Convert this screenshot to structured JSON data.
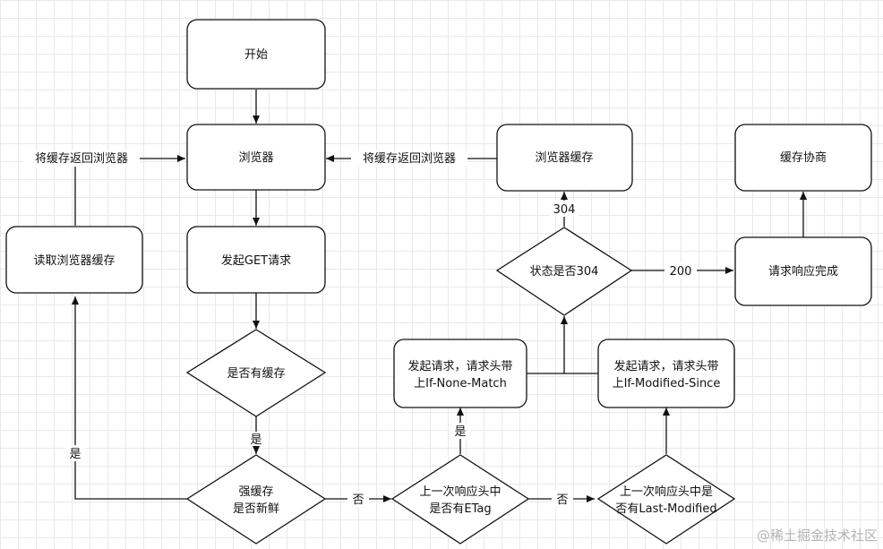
{
  "nodes": {
    "start": "开始",
    "browser": "浏览器",
    "get_request": "发起GET请求",
    "has_cache": "是否有缓存",
    "strong_cache": [
      "强缓存",
      "是否新鲜"
    ],
    "read_cache": "读取浏览器缓存",
    "etag_check": [
      "上一次响应头中",
      "是否有ETag"
    ],
    "lastmod_check": [
      "上一次响应头中是",
      "否有Last-Modified"
    ],
    "if_none_match": [
      "发起请求，请求头带",
      "上If-None-Match"
    ],
    "if_modified_since": [
      "发起请求，请求头带",
      "上If-Modified-Since"
    ],
    "status_304": "状态是否304",
    "browser_cache": "浏览器缓存",
    "request_done": "请求响应完成",
    "cache_negotiation": "缓存协商"
  },
  "edge_labels": {
    "return_cache_left": "将缓存返回浏览器",
    "return_cache_mid": "将缓存返回浏览器",
    "yes_has_cache": "是",
    "yes_fresh": "是",
    "no_fresh": "否",
    "no_etag": "否",
    "yes_etag": "是",
    "code_304": "304",
    "code_200": "200"
  },
  "watermark": "@稀土掘金技术社区"
}
